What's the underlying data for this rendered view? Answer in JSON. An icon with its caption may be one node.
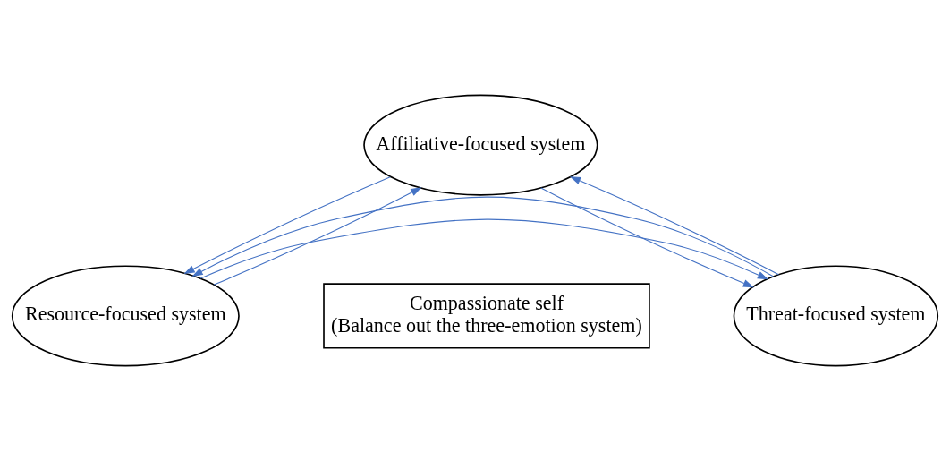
{
  "diagram": {
    "nodes": [
      {
        "text": [
          "Affiliative-focused system"
        ]
      },
      {
        "text": [
          "Compassionate self",
          "(Balance out the three-emotion system)"
        ]
      },
      {
        "text": [
          "Resource-focused system"
        ]
      },
      {
        "text": [
          "Threat-focused system"
        ]
      }
    ],
    "edges": [
      {
        "from": 0,
        "to": 2,
        "arrow": "to"
      },
      {
        "from": 2,
        "to": 0,
        "arrow": "to"
      },
      {
        "from": 0,
        "to": 3,
        "arrow": "to"
      },
      {
        "from": 3,
        "to": 0,
        "arrow": "to"
      },
      {
        "from": 2,
        "to": 3,
        "arrow": "to"
      },
      {
        "from": 3,
        "to": 2,
        "arrow": "to"
      }
    ]
  }
}
